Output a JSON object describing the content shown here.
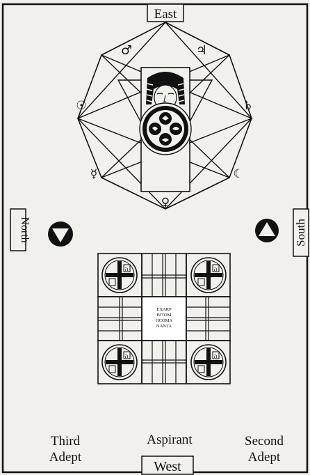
{
  "directions": {
    "east": "East",
    "west": "West",
    "north": "North",
    "south": "South"
  },
  "planets": {
    "mars": "♂",
    "jupiter": "♃",
    "sun": "☉",
    "saturn": "♄",
    "mercury": "☿",
    "moon": "☾",
    "venus": "♀"
  },
  "tablet_text": {
    "line1": "EXARP",
    "line2": "BITOM",
    "line3": "HCOMA",
    "line4": "NANTA"
  },
  "roles": {
    "third_adept_line1": "Third",
    "third_adept_line2": "Adept",
    "aspirant": "Aspirant",
    "second_adept_line1": "Second",
    "second_adept_line2": "Adept"
  },
  "tablet_letters": {
    "top_left": "ה",
    "top_right": "ה",
    "bottom_left": "ה",
    "bottom_right": "ה"
  },
  "colors": {
    "ink": "#111111",
    "paper": "#f1f0ec"
  },
  "icons": {
    "north_triangle": "down-triangle-in-circle-icon",
    "south_triangle": "up-triangle-in-circle-icon",
    "isis_head": "isis-head-icon",
    "kerubic_emblem": "four-kerubic-beasts-icon"
  }
}
